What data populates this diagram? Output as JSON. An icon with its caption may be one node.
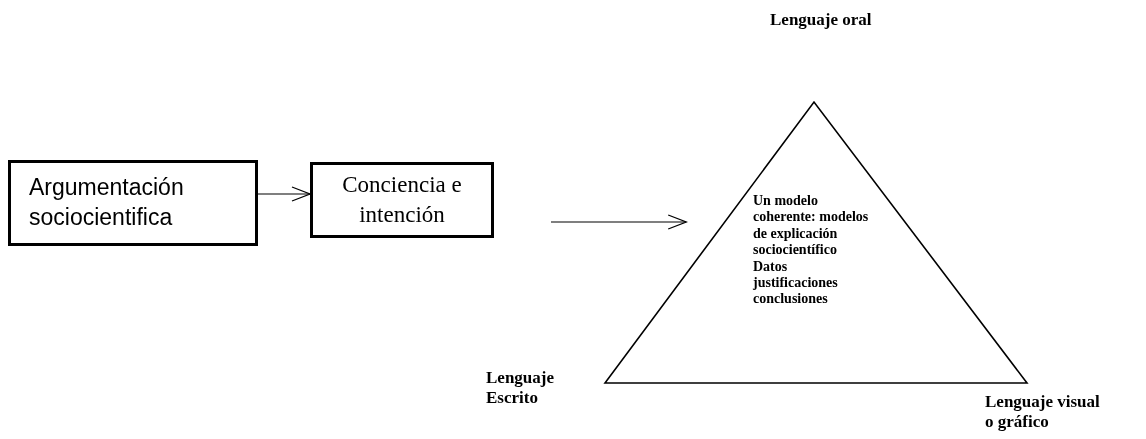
{
  "diagram": {
    "nodes": [
      {
        "text": [
          "Argumentación sociocientifica"
        ]
      },
      {
        "text": [
          "Conciencia e intención"
        ]
      },
      {
        "text": [
          "Un modelo coherente: modelos de explicación sociocientífico Datos justificaciones conclusiones"
        ]
      }
    ],
    "edges": [
      {
        "from": 0,
        "to": 1,
        "arrow": "to"
      },
      {
        "from": 1,
        "to": 2,
        "arrow": "to"
      }
    ],
    "labels": [
      "Lenguaje oral",
      "Lenguaje Escrito",
      "Lenguaje visual o gráfico"
    ]
  }
}
